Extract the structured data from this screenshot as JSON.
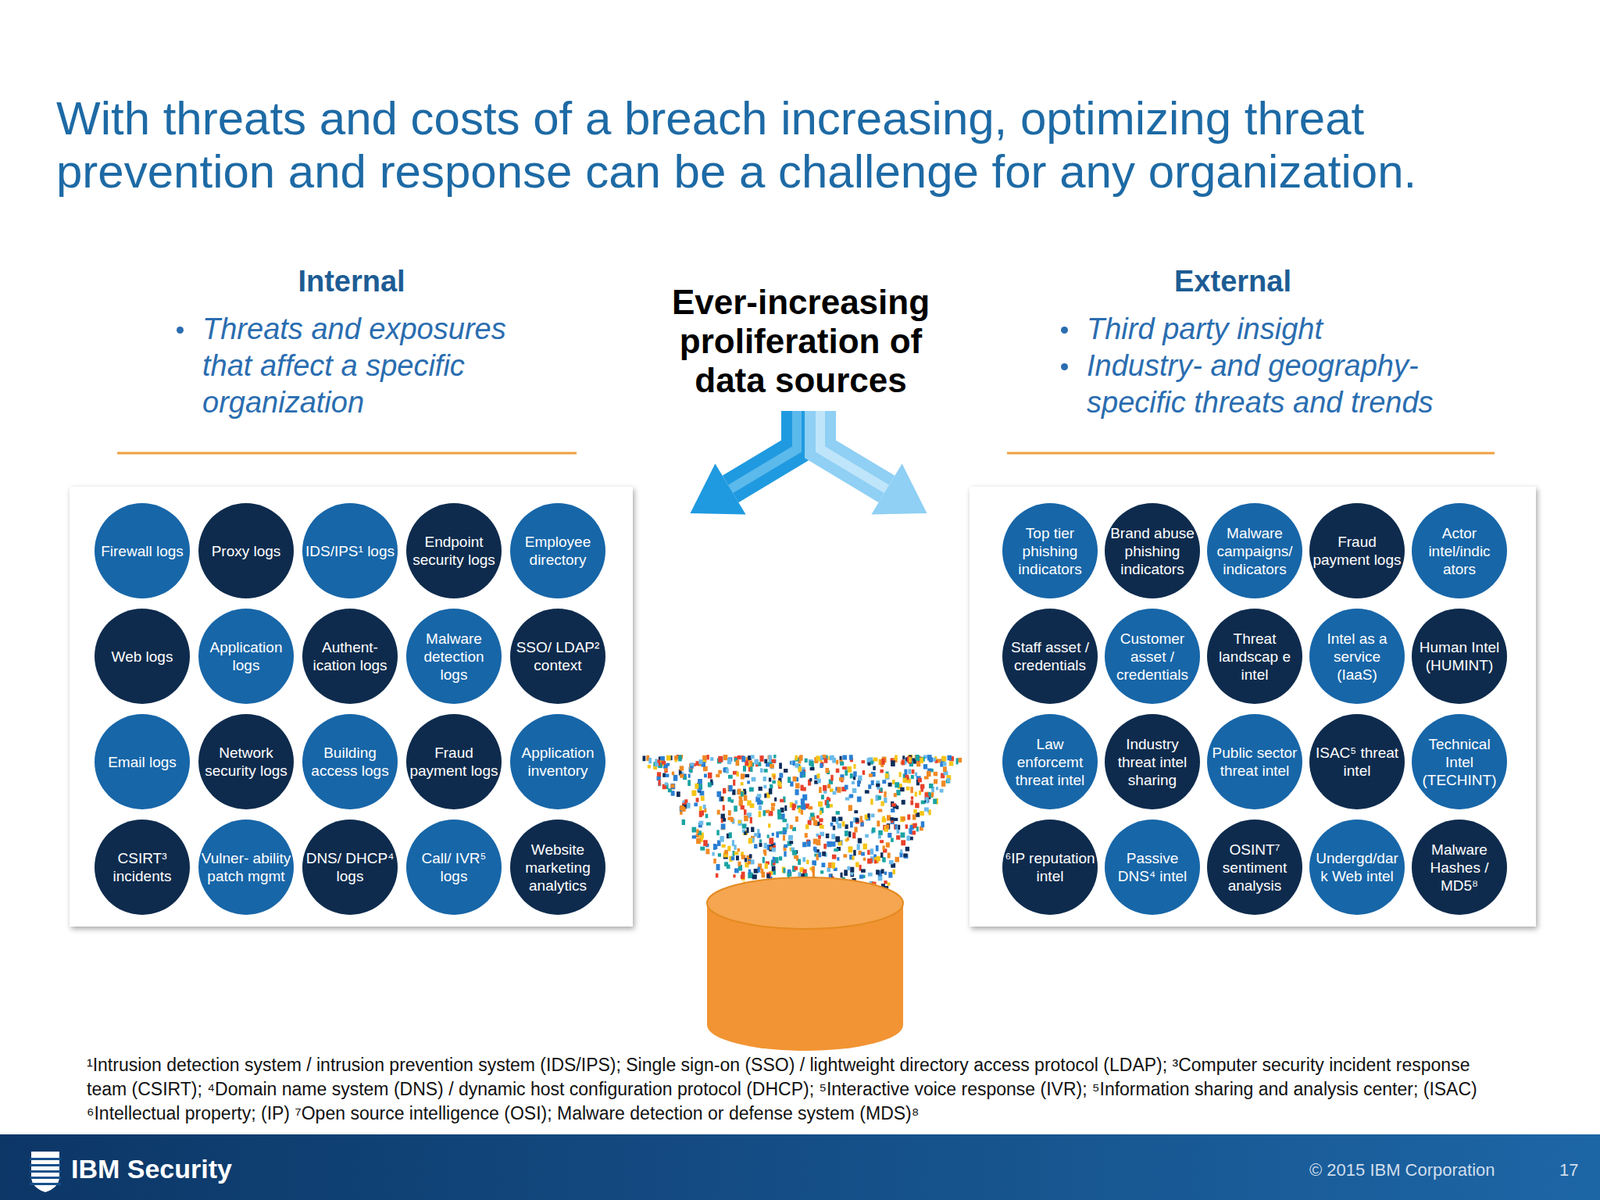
{
  "diagram": {
    "title": "With threats and costs of a breach increasing, optimizing threat prevention and response can be a challenge for any organization.",
    "nodes": [
      {
        "text": [
          "Internal",
          "Threats and exposures that affect a specific organization"
        ]
      },
      {
        "text": [
          "Firewall logs"
        ],
        "in": 0
      },
      {
        "text": [
          "Proxy logs"
        ],
        "in": 0
      },
      {
        "text": [
          "IDS/IPS¹ logs"
        ],
        "in": 0
      },
      {
        "text": [
          "Endpoint security logs"
        ],
        "in": 0
      },
      {
        "text": [
          "Employee directory"
        ],
        "in": 0
      },
      {
        "text": [
          "Web logs"
        ],
        "in": 0
      },
      {
        "text": [
          "Application logs"
        ],
        "in": 0
      },
      {
        "text": [
          "Authent- ication logs"
        ],
        "in": 0
      },
      {
        "text": [
          "Malware detection logs"
        ],
        "in": 0
      },
      {
        "text": [
          "SSO/ LDAP² context"
        ],
        "in": 0
      },
      {
        "text": [
          "Email logs"
        ],
        "in": 0
      },
      {
        "text": [
          "Network security logs"
        ],
        "in": 0
      },
      {
        "text": [
          "Building access logs"
        ],
        "in": 0
      },
      {
        "text": [
          "Fraud payment logs"
        ],
        "in": 0
      },
      {
        "text": [
          "Application inventory"
        ],
        "in": 0
      },
      {
        "text": [
          "CSIRT³ incidents"
        ],
        "in": 0
      },
      {
        "text": [
          "Vulner- ability patch mgmt"
        ],
        "in": 0
      },
      {
        "text": [
          "DNS/ DHCP⁴ logs"
        ],
        "in": 0
      },
      {
        "text": [
          "Call/ IVR⁵ logs"
        ],
        "in": 0
      },
      {
        "text": [
          "Website marketing analytics"
        ],
        "in": 0
      },
      {
        "text": [
          "External",
          "Third party insight",
          "Industry- and geography- specific threats and trends"
        ]
      },
      {
        "text": [
          "Top tier phishing indicators"
        ],
        "in": 21
      },
      {
        "text": [
          "Brand abuse phishing indicators"
        ],
        "in": 21
      },
      {
        "text": [
          "Malware campaigns/ indicators"
        ],
        "in": 21
      },
      {
        "text": [
          "Fraud payment logs"
        ],
        "in": 21
      },
      {
        "text": [
          "Actor intel/indic ators"
        ],
        "in": 21
      },
      {
        "text": [
          "Staff asset / credentials"
        ],
        "in": 21
      },
      {
        "text": [
          "Customer asset / credentials"
        ],
        "in": 21
      },
      {
        "text": [
          "Threat landscap e intel"
        ],
        "in": 21
      },
      {
        "text": [
          "Intel as a service (IaaS)"
        ],
        "in": 21
      },
      {
        "text": [
          "Human Intel (HUMINT)"
        ],
        "in": 21
      },
      {
        "text": [
          "Law enforcemt threat intel"
        ],
        "in": 21
      },
      {
        "text": [
          "Industry threat intel sharing"
        ],
        "in": 21
      },
      {
        "text": [
          "Public sector threat intel"
        ],
        "in": 21
      },
      {
        "text": [
          "ISAC⁵ threat intel"
        ],
        "in": 21
      },
      {
        "text": [
          "Technical Intel (TECHINT)"
        ],
        "in": 21
      },
      {
        "text": [
          "⁶IP reputation intel"
        ],
        "in": 21
      },
      {
        "text": [
          "Passive DNS⁴ intel"
        ],
        "in": 21
      },
      {
        "text": [
          "OSINT⁷ sentiment analysis"
        ],
        "in": 21
      },
      {
        "text": [
          "Undergd/dar k Web intel"
        ],
        "in": 21
      },
      {
        "text": [
          "Malware Hashes / MD5⁸"
        ],
        "in": 21
      }
    ],
    "labels": [
      "Ever-increasing proliferation of data sources",
      "¹Intrusion detection system / intrusion prevention system (IDS/IPS); Single sign-on (SSO) / lightweight directory access protocol (LDAP); ³Computer security incident response team (CSIRT); ⁴Domain name system (DNS) / dynamic host configuration protocol (DHCP); ⁵Interactive voice response (IVR); ⁵Information sharing and analysis center; (ISAC) ⁶Intellectual property; (IP) ⁷Open source intelligence (OSI); Malware detection or defense system (MDS)⁸",
      "IBM Security",
      "© 2015 IBM Corporation",
      "17"
    ]
  }
}
